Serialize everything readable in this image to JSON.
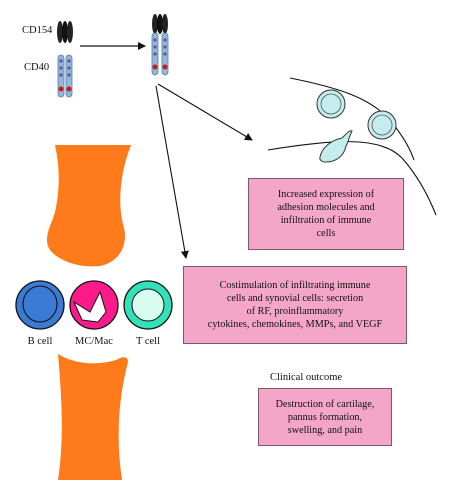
{
  "labels": {
    "cd154": "CD154",
    "cd40": "CD40"
  },
  "cells": [
    {
      "name": "B cell",
      "color": "#3a7bd5"
    },
    {
      "name": "MC/Mac",
      "color": "#ff1a8c"
    },
    {
      "name": "T cell",
      "color": "#33e0b8"
    }
  ],
  "boxes": {
    "adhesion": [
      "Increased expression of",
      "adhesion molecules and",
      "infiltration of immune",
      "cells"
    ],
    "costimulation": [
      "Costimulation of infiltrating immune",
      "cells and synovial cells: secretion",
      "of RF, proinflammatory",
      "cytokines, chemokines, MMPs, and VEGF"
    ],
    "outcome": [
      "Destruction of cartilage,",
      "pannus formation,",
      "swelling, and pain"
    ]
  },
  "outcome_heading": "Clinical outcome",
  "colors": {
    "bone": "#ff7a1a",
    "box_fill": "#f4a6c8",
    "vessel_cell": "#c5ecef",
    "receptor_blue": "#8fb8dc",
    "receptor_dot": "#cc1a1a"
  }
}
